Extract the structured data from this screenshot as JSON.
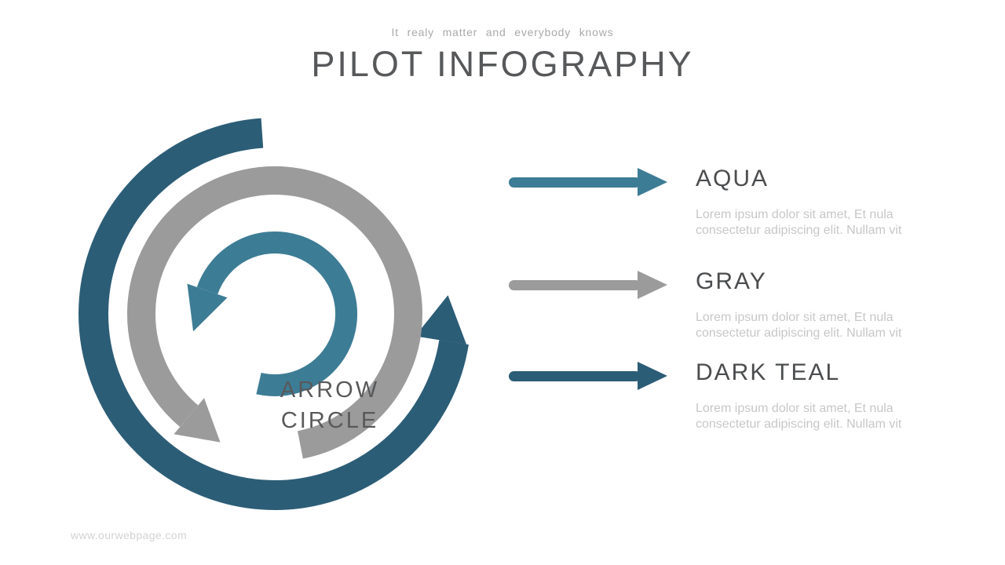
{
  "header": {
    "subtitle": "It realy matter and everybody knows",
    "title": "PILOT INFOGRAPHY"
  },
  "diagram": {
    "center_label_line1": "ARROW",
    "center_label_line2": "CIRCLE",
    "arcs": [
      {
        "name": "outer-circular-arrow",
        "color_key": "dark_teal"
      },
      {
        "name": "middle-circular-arrow",
        "color_key": "gray"
      },
      {
        "name": "inner-circular-arrow",
        "color_key": "aqua"
      }
    ]
  },
  "legend": {
    "items": [
      {
        "label": "AQUA",
        "color_key": "aqua",
        "description_line1": "Lorem ipsum dolor sit amet, Et nula",
        "description_line2": "consectetur adipiscing elit. Nullam vit"
      },
      {
        "label": "GRAY",
        "color_key": "gray",
        "description_line1": "Lorem ipsum dolor sit amet, Et nula",
        "description_line2": "consectetur adipiscing elit. Nullam vit"
      },
      {
        "label": "DARK TEAL",
        "color_key": "dark_teal",
        "description_line1": "Lorem ipsum dolor sit amet, Et nula",
        "description_line2": "consectetur adipiscing elit. Nullam vit"
      }
    ]
  },
  "footer": {
    "website": "www.ourwebpage.com"
  },
  "colors": {
    "aqua": "#3d7c95",
    "gray": "#9b9b9b",
    "dark_teal": "#2c5d76",
    "title_text": "#57585a",
    "label_text": "#4b4c4e",
    "center_text": "#58595b",
    "muted_text": "#c7c7c7",
    "subtitle_text": "#a9a9a9",
    "footer_text": "#d2d2d2",
    "background": "#ffffff"
  }
}
